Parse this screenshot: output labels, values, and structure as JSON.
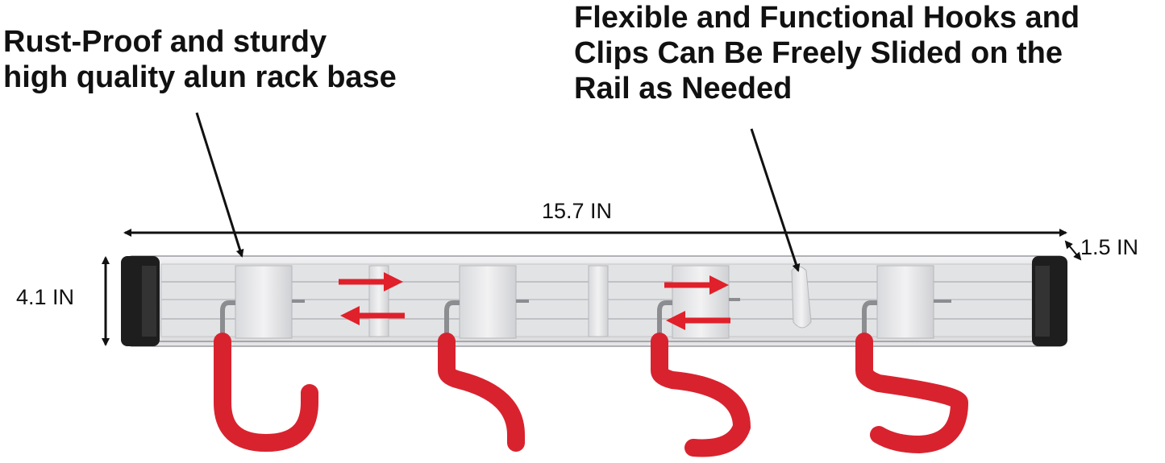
{
  "callouts": {
    "base": {
      "line1": "Rust-Proof and sturdy",
      "line2": "high quality alun rack base"
    },
    "hooks": {
      "line1": "Flexible and Functional Hooks and",
      "line2": "Clips Can Be Freely Slided on the",
      "line3": "Rail as Needed"
    }
  },
  "dimensions": {
    "length": "15.7 IN",
    "depth": "1.5 IN",
    "height": "4.1 IN"
  },
  "colors": {
    "hook_coating": "#d8232f",
    "rail": "#d9dadc",
    "end_cap": "#1e1e1e",
    "arrow": "#e0202a"
  }
}
